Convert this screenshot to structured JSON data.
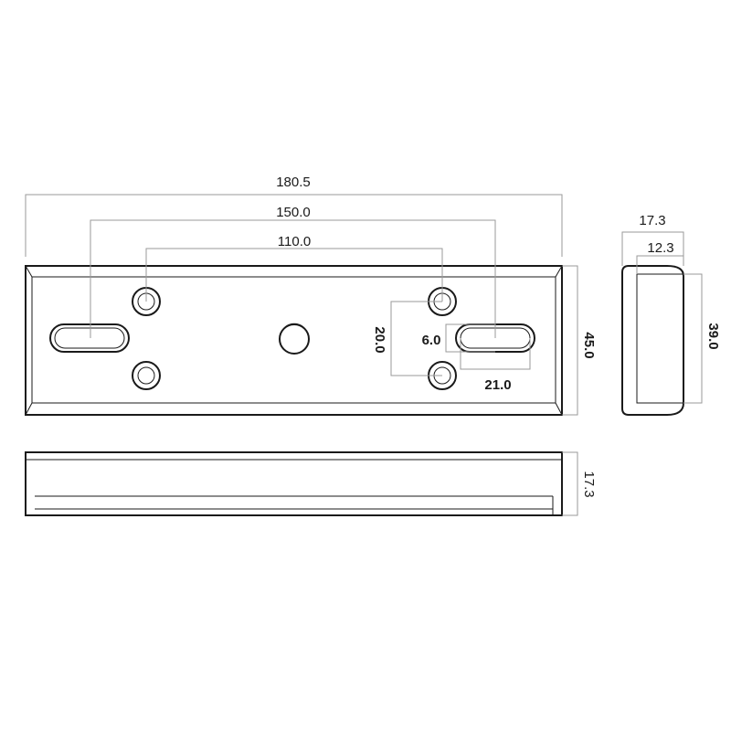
{
  "dimensions": {
    "overall_length": "180.5",
    "slot_spacing": "150.0",
    "hole_spacing": "110.0",
    "height": "45.0",
    "hole_vertical_spacing": "20.0",
    "slot_width": "6.0",
    "slot_length": "21.0",
    "side_depth": "17.3",
    "side_inner_depth": "12.3",
    "side_inner_height": "39.0",
    "bottom_depth": "17.3"
  }
}
